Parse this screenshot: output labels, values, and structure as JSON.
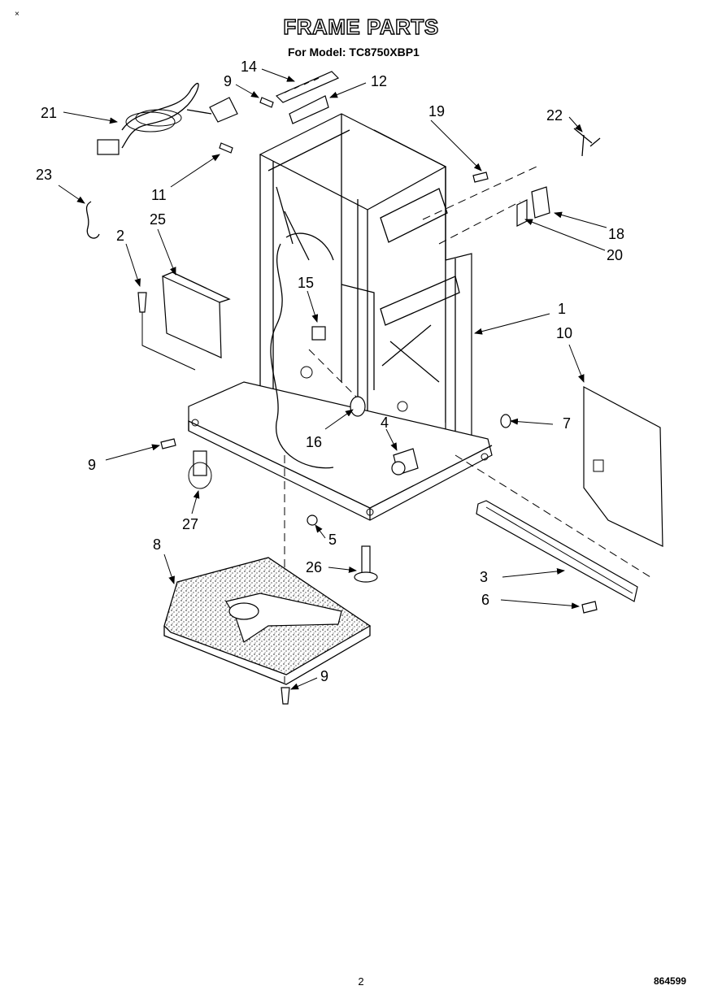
{
  "header": {
    "title": "FRAME PARTS",
    "subtitle": "For Model: TC8750XBP1",
    "corner_mark": "×"
  },
  "callouts": [
    {
      "id": "c1",
      "text": "1"
    },
    {
      "id": "c2",
      "text": "2"
    },
    {
      "id": "c3",
      "text": "3"
    },
    {
      "id": "c4",
      "text": "4"
    },
    {
      "id": "c5",
      "text": "5"
    },
    {
      "id": "c6",
      "text": "6"
    },
    {
      "id": "c7",
      "text": "7"
    },
    {
      "id": "c8",
      "text": "8"
    },
    {
      "id": "c9a",
      "text": "9"
    },
    {
      "id": "c9b",
      "text": "9"
    },
    {
      "id": "c9c",
      "text": "9"
    },
    {
      "id": "c10",
      "text": "10"
    },
    {
      "id": "c11",
      "text": "11"
    },
    {
      "id": "c12",
      "text": "12"
    },
    {
      "id": "c14",
      "text": "14"
    },
    {
      "id": "c15",
      "text": "15"
    },
    {
      "id": "c16",
      "text": "16"
    },
    {
      "id": "c18",
      "text": "18"
    },
    {
      "id": "c19",
      "text": "19"
    },
    {
      "id": "c20",
      "text": "20"
    },
    {
      "id": "c21",
      "text": "21"
    },
    {
      "id": "c22",
      "text": "22"
    },
    {
      "id": "c23",
      "text": "23"
    },
    {
      "id": "c25",
      "text": "25"
    },
    {
      "id": "c26",
      "text": "26"
    },
    {
      "id": "c27",
      "text": "27"
    }
  ],
  "footer": {
    "page_number": "2",
    "doc_number": "864599"
  }
}
